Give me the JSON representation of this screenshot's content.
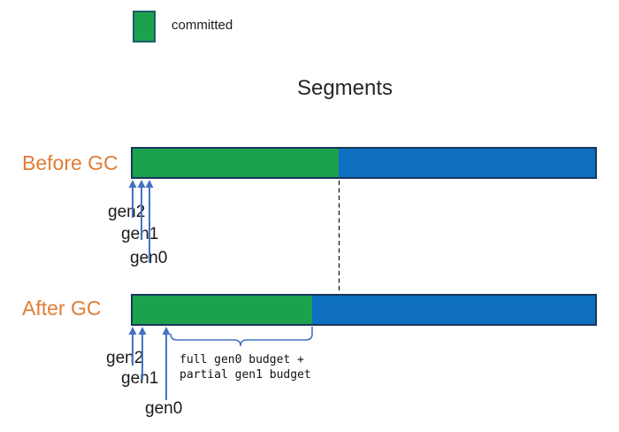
{
  "title": "Segments",
  "legend": {
    "label": "committed"
  },
  "colors": {
    "committed_green": "#1ca24c",
    "reserved_blue": "#0f70c1",
    "bar_border": "#16375c",
    "arrow_blue": "#4472c4",
    "row_label_orange": "#e07d35",
    "dashed_line": "#1a1a1a"
  },
  "rows": {
    "before": {
      "label": "Before GC",
      "gen2": "gen2",
      "gen1": "gen1",
      "gen0": "gen0",
      "committed_width": 233
    },
    "after": {
      "label": "After GC",
      "gen2": "gen2",
      "gen1": "gen1",
      "gen0": "gen0",
      "committed_width": 203,
      "annotation": {
        "line1": "full gen0 budget +",
        "line2": "partial gen1 budget"
      }
    }
  }
}
